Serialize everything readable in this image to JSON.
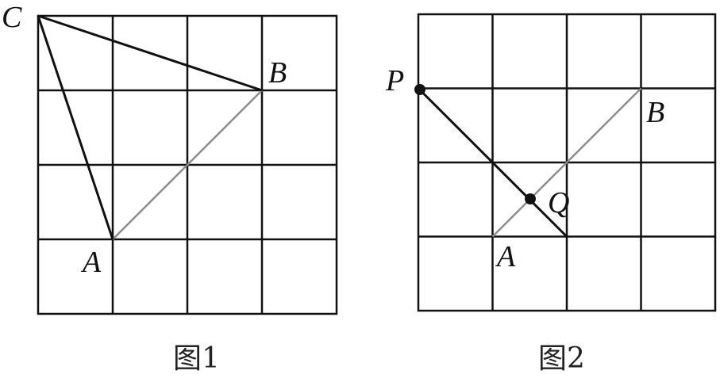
{
  "colors": {
    "grid": "#111111",
    "segment": "#111111",
    "diagonal": "#8c8c8c",
    "text": "#111111",
    "background": "#ffffff"
  },
  "figures": [
    {
      "caption": "图1",
      "grid_cells": [
        4,
        4
      ],
      "points": {
        "A": {
          "label": "A",
          "col": 1,
          "row": 3
        },
        "B": {
          "label": "B",
          "col": 3,
          "row": 1
        },
        "C": {
          "label": "C",
          "col": 0,
          "row": 0
        }
      }
    },
    {
      "caption": "图2",
      "grid_cells": [
        4,
        4
      ],
      "points": {
        "A": {
          "label": "A",
          "col": 1,
          "row": 3
        },
        "B": {
          "label": "B",
          "col": 3,
          "row": 1
        },
        "P": {
          "label": "P",
          "col": 0,
          "row": 1
        },
        "Q": {
          "label": "Q",
          "col": 1.5,
          "row": 2.5
        }
      }
    }
  ]
}
